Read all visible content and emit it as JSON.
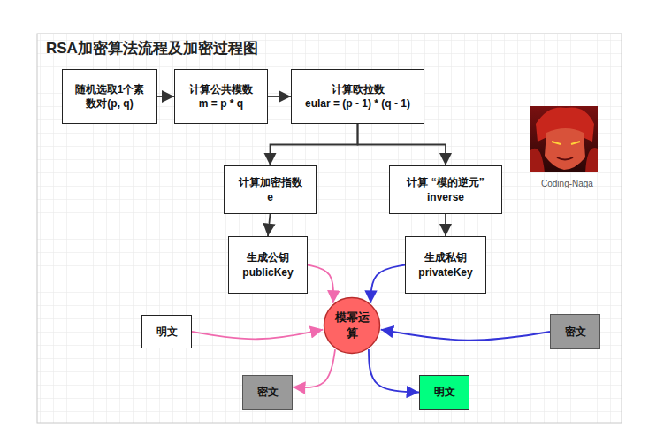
{
  "diagram": {
    "title": "RSA加密算法流程及加密过程图",
    "nodes": [
      {
        "text": [
          "随机选取1个素数对(p, q)"
        ]
      },
      {
        "text": [
          "计算公共模数",
          "m = p * q"
        ]
      },
      {
        "text": [
          "计算欧拉数",
          "eular = (p - 1) * (q - 1)"
        ]
      },
      {
        "text": [
          "计算加密指数",
          "e"
        ]
      },
      {
        "text": [
          "计算 “模的逆元”",
          "inverse"
        ]
      },
      {
        "text": [
          "生成公钥",
          "publicKey"
        ]
      },
      {
        "text": [
          "生成私钥",
          "privateKey"
        ]
      },
      {
        "text": [
          "明文"
        ]
      },
      {
        "text": [
          "模幂运算"
        ]
      },
      {
        "text": [
          "密文"
        ]
      },
      {
        "text": [
          "密文"
        ]
      },
      {
        "text": [
          "明文"
        ]
      }
    ],
    "edges": [
      {
        "from": 0,
        "to": 1,
        "arrow": "to"
      },
      {
        "from": 1,
        "to": 2,
        "arrow": "to"
      },
      {
        "from": 2,
        "to": 3,
        "arrow": "to"
      },
      {
        "from": 2,
        "to": 4,
        "arrow": "to"
      },
      {
        "from": 3,
        "to": 5,
        "arrow": "to"
      },
      {
        "from": 4,
        "to": 6,
        "arrow": "to"
      },
      {
        "from": 5,
        "to": 8,
        "arrow": "to"
      },
      {
        "from": 6,
        "to": 8,
        "arrow": "to"
      },
      {
        "from": 7,
        "to": 8,
        "arrow": "to"
      },
      {
        "from": 9,
        "to": 8,
        "arrow": "to"
      },
      {
        "from": 8,
        "to": 10,
        "arrow": "to"
      },
      {
        "from": 8,
        "to": 11,
        "arrow": "to"
      }
    ],
    "labels": [
      "Coding-Naga"
    ]
  }
}
